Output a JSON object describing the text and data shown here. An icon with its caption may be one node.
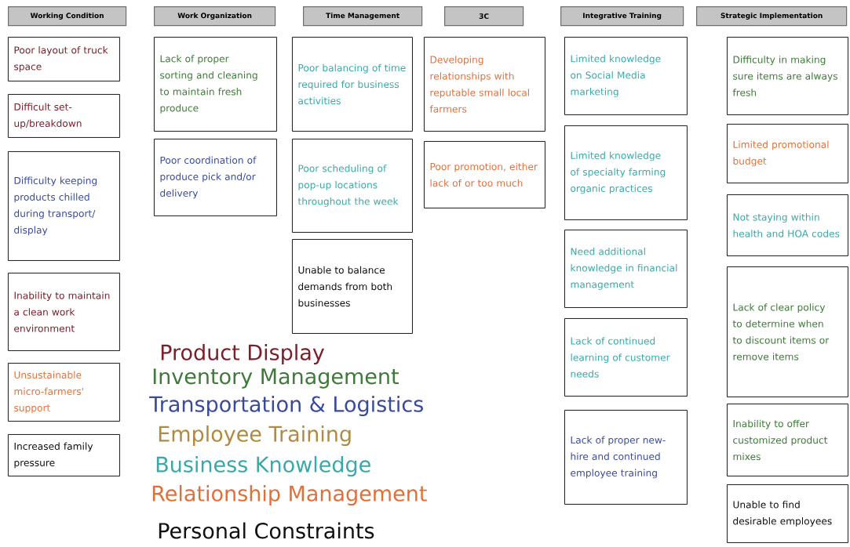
{
  "diagram": {
    "nodes": [
      {
        "text": [
          "Working Condition"
        ]
      },
      {
        "text": [
          "Work Organization"
        ]
      },
      {
        "text": [
          "Time Management"
        ]
      },
      {
        "text": [
          "3C"
        ]
      },
      {
        "text": [
          "Integrative Training"
        ]
      },
      {
        "text": [
          "Strategic Implementation"
        ]
      },
      {
        "text": [
          "Poor layout of truck space"
        ]
      },
      {
        "text": [
          "Difficult set-up/breakdown"
        ]
      },
      {
        "text": [
          "Difficulty keeping products chilled during transport/ display"
        ]
      },
      {
        "text": [
          "Inability to maintain a clean work environment"
        ]
      },
      {
        "text": [
          "Unsustainable micro-farmers' support"
        ]
      },
      {
        "text": [
          "Increased family pressure"
        ]
      },
      {
        "text": [
          "Lack of proper sorting and cleaning to maintain fresh produce"
        ]
      },
      {
        "text": [
          "Poor coordination of produce pick and/or delivery"
        ]
      },
      {
        "text": [
          "Poor balancing of time required for business activities"
        ]
      },
      {
        "text": [
          "Poor scheduling of pop-up locations throughout the week"
        ]
      },
      {
        "text": [
          "Unable to balance demands from both businesses"
        ]
      },
      {
        "text": [
          "Developing relationships with reputable small local farmers"
        ]
      },
      {
        "text": [
          "Poor promotion, either lack of or too much"
        ]
      },
      {
        "text": [
          "Limited knowledge on Social Media marketing"
        ]
      },
      {
        "text": [
          "Limited knowledge of specialty farming organic practices"
        ]
      },
      {
        "text": [
          "Need additional knowledge in financial management"
        ]
      },
      {
        "text": [
          "Lack of continued learning of customer needs"
        ]
      },
      {
        "text": [
          "Lack of proper new-hire and continued employee training"
        ]
      },
      {
        "text": [
          "Difficulty in making sure items are always fresh"
        ]
      },
      {
        "text": [
          "Limited promotional budget"
        ]
      },
      {
        "text": [
          "Not staying within health and HOA codes"
        ]
      },
      {
        "text": [
          "Lack of clear policy to determine when to discount items or remove items"
        ]
      },
      {
        "text": [
          "Inability to offer customized product mixes"
        ]
      },
      {
        "text": [
          "Unable to find desirable employees"
        ]
      }
    ],
    "legend": [
      {
        "text": "Product Display",
        "color": "#7b1f2a"
      },
      {
        "text": "Inventory Management",
        "color": "#3f7a3a"
      },
      {
        "text": "Transportation & Logistics",
        "color": "#3a4a9a"
      },
      {
        "text": "Employee Training",
        "color": "#b08a40"
      },
      {
        "text": "Business Knowledge",
        "color": "#3aa8a8"
      },
      {
        "text": "Relationship Management",
        "color": "#e0703a"
      },
      {
        "text": "Personal Constraints",
        "color": "#111111"
      }
    ]
  }
}
